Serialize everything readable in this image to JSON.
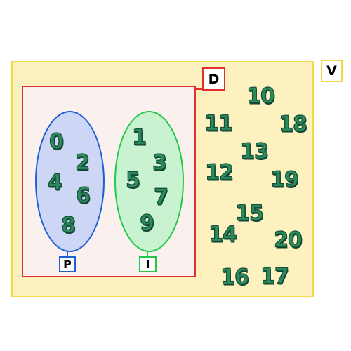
{
  "labels": {
    "universe": "V",
    "outer_set": "D",
    "left_set": "P",
    "right_set": "I"
  },
  "colors": {
    "universe_fill": "#fdf1bf",
    "universe_border": "#f2d94a",
    "outer_set_border": "#e0312f",
    "left_set_border": "#1f5fd6",
    "right_set_border": "#22c84a",
    "number_color": "#2e8a5d"
  },
  "set_p_elements": [
    "0",
    "2",
    "4",
    "6",
    "8"
  ],
  "set_i_elements": [
    "1",
    "3",
    "5",
    "7",
    "9"
  ],
  "outside_elements": [
    "10",
    "11",
    "18",
    "13",
    "12",
    "19",
    "15",
    "14",
    "20",
    "16",
    "17"
  ]
}
